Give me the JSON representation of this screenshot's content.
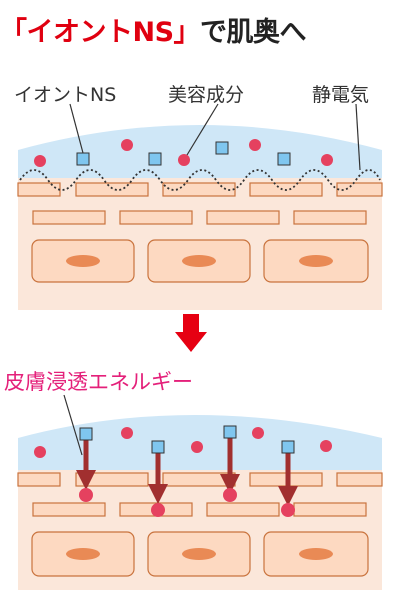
{
  "title": {
    "part1": "「イオントNS」",
    "part2": "で肌奥へ"
  },
  "labels": {
    "ion": "イオントNS",
    "beauty": "美容成分",
    "static": "静電気"
  },
  "energy_label": "皮膚浸透エネルギー",
  "colors": {
    "title_red": "#e00010",
    "energy_pink": "#e4207a",
    "skin_fill": "#fbe7da",
    "cell_fill": "#fdd9c1",
    "cell_stroke": "#c9733d",
    "nucleus": "#e98a55",
    "film_blue": "#cfe7f7",
    "square_blue": "#7fc6ef",
    "dot_red": "#e5415f",
    "arrow_red": "#a12f2f",
    "down_arrow": "#e60012"
  }
}
